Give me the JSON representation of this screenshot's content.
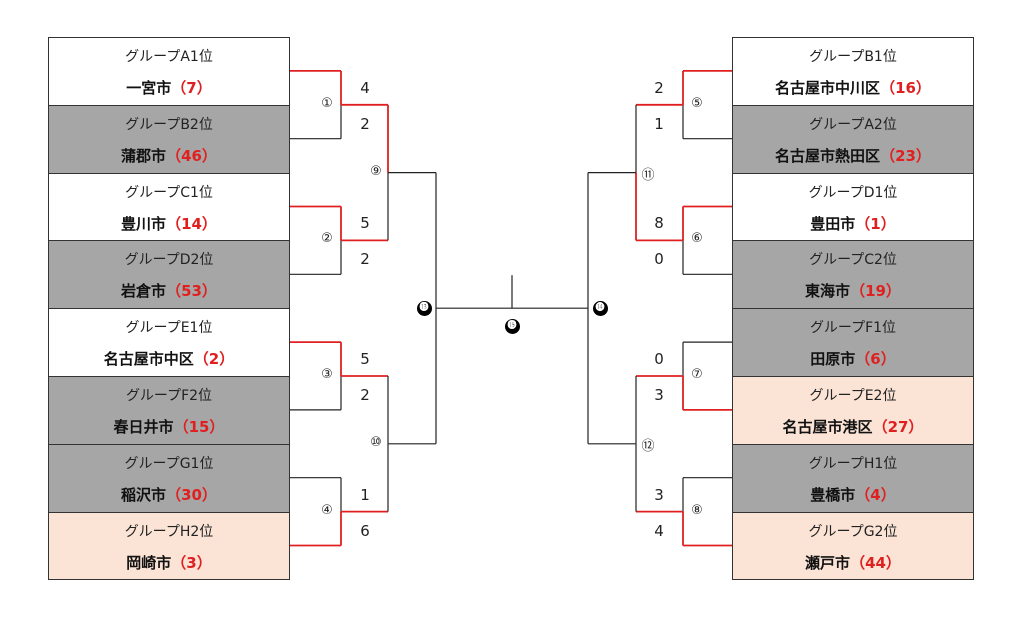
{
  "teams": [
    {
      "group": "グループA1位",
      "name": "一宮市",
      "rank": "（7）"
    },
    {
      "group": "グループB2位",
      "name": "蒲郡市",
      "rank": "（46）"
    },
    {
      "group": "グループC1位",
      "name": "豊川市",
      "rank": "（14）"
    },
    {
      "group": "グループD2位",
      "name": "岩倉市",
      "rank": "（53）"
    },
    {
      "group": "グループE1位",
      "name": "名古屋市中区",
      "rank": "（2）"
    },
    {
      "group": "グループF2位",
      "name": "春日井市",
      "rank": "（15）"
    },
    {
      "group": "グループG1位",
      "name": "稲沢市",
      "rank": "（30）"
    },
    {
      "group": "グループH2位",
      "name": "岡崎市",
      "rank": "（3）"
    },
    {
      "group": "グループB1位",
      "name": "名古屋市中川区",
      "rank": "（16）"
    },
    {
      "group": "グループA2位",
      "name": "名古屋市熱田区",
      "rank": "（23）"
    },
    {
      "group": "グループD1位",
      "name": "豊田市",
      "rank": "（1）"
    },
    {
      "group": "グループC2位",
      "name": "東海市",
      "rank": "（19）"
    },
    {
      "group": "グループF1位",
      "name": "田原市",
      "rank": "（6）"
    },
    {
      "group": "グループE2位",
      "name": "名古屋市港区",
      "rank": "（27）"
    },
    {
      "group": "グループH1位",
      "name": "豊橋市",
      "rank": "（4）"
    },
    {
      "group": "グループG2位",
      "name": "瀬戸市",
      "rank": "（44）"
    }
  ],
  "team_fills": [
    "white",
    "gray",
    "white",
    "gray",
    "white",
    "gray",
    "gray",
    "peach",
    "white",
    "gray",
    "white",
    "gray",
    "gray",
    "peach",
    "gray",
    "peach"
  ],
  "first_round": [
    {
      "label": "①",
      "scores": [
        "4",
        "2"
      ],
      "winner": 0
    },
    {
      "label": "②",
      "scores": [
        "5",
        "2"
      ],
      "winner": 0
    },
    {
      "label": "③",
      "scores": [
        "5",
        "2"
      ],
      "winner": 0
    },
    {
      "label": "④",
      "scores": [
        "1",
        "6"
      ],
      "winner": 1
    },
    {
      "label": "⑤",
      "scores": [
        "2",
        "1"
      ],
      "winner": 0
    },
    {
      "label": "⑥",
      "scores": [
        "8",
        "0"
      ],
      "winner": 0
    },
    {
      "label": "⑦",
      "scores": [
        "0",
        "3"
      ],
      "winner": 1
    },
    {
      "label": "⑧",
      "scores": [
        "3",
        "4"
      ],
      "winner": 1
    }
  ],
  "second_round": [
    {
      "label": "⑨",
      "winner": 0
    },
    {
      "label": "⑩",
      "winner": null
    },
    {
      "label": "⑪",
      "winner": 1
    },
    {
      "label": "⑫",
      "winner": null
    }
  ],
  "semifinal": [
    {
      "label": "⓭"
    },
    {
      "label": "⓮"
    }
  ],
  "final": {
    "label": "⓯"
  },
  "colors": {
    "win_line": "#e02020",
    "line": "#222222",
    "rank": "#e02020"
  }
}
